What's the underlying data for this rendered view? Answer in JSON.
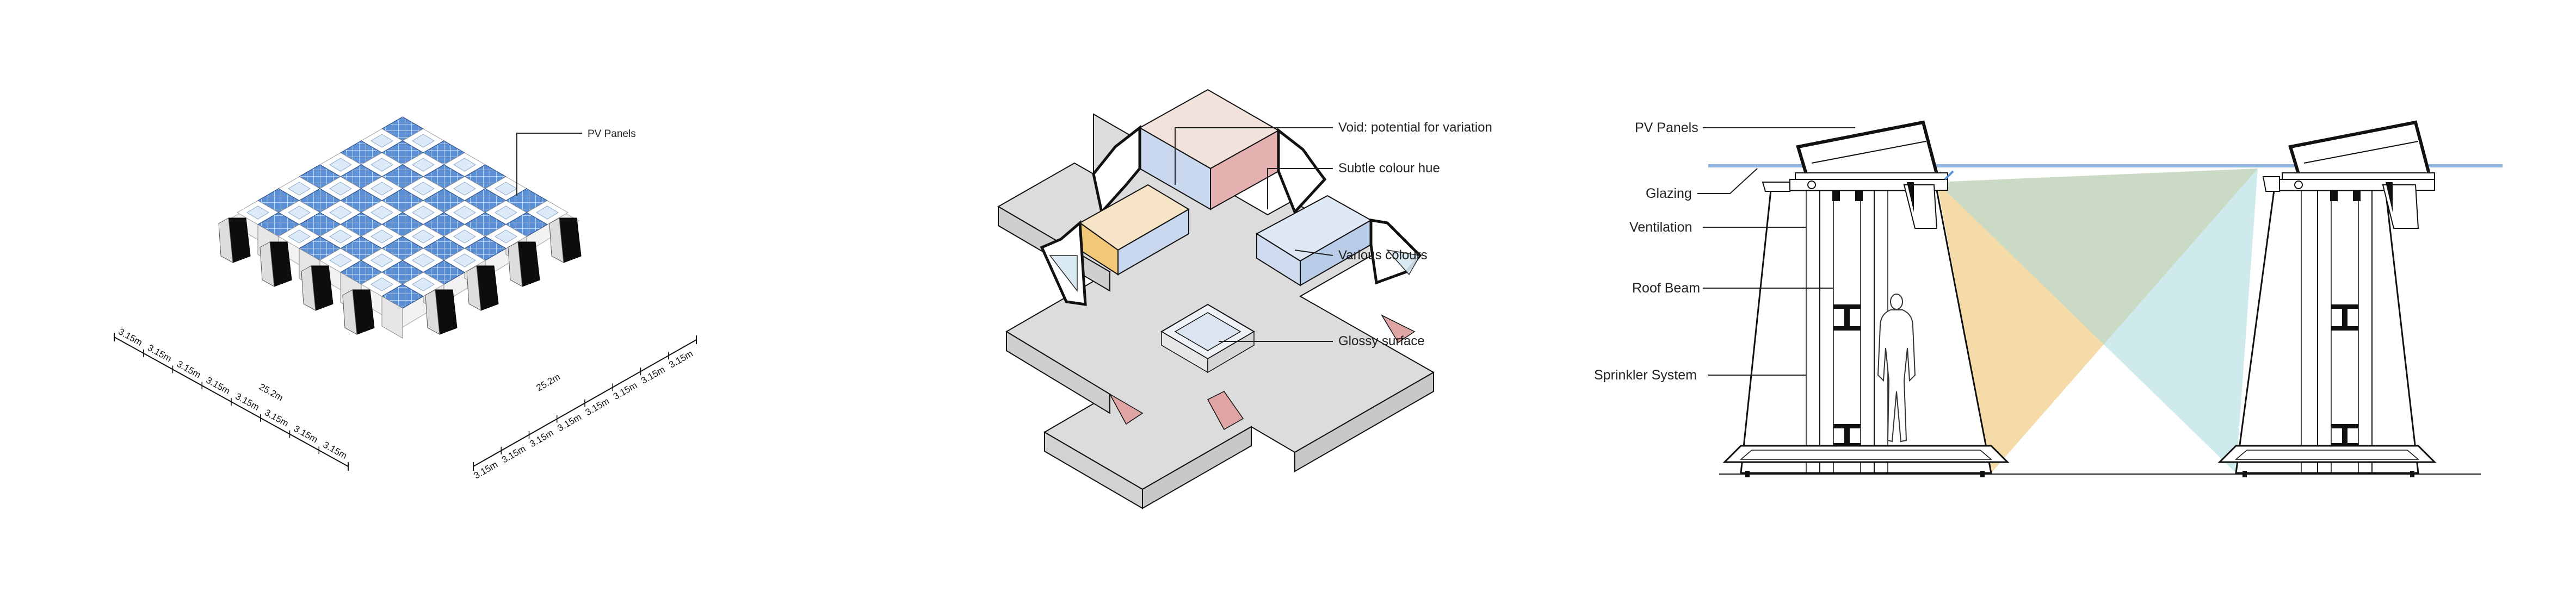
{
  "left_diagram": {
    "callout": "PV Panels",
    "dim_left_total": "25.2m",
    "dim_right_total": "25.2m",
    "dim_left_segments": [
      "3.15m",
      "3.15m",
      "3.15m",
      "3.15m",
      "3.15m",
      "3.15m",
      "3.15m",
      "3.15m"
    ],
    "dim_right_segments": [
      "3.15m",
      "3.15m",
      "3.15m",
      "3.15m",
      "3.15m",
      "3.15m",
      "3.15m",
      "3.15m"
    ]
  },
  "middle_diagram": {
    "callouts": [
      "Void: potential for variation",
      "Subtle colour hue",
      "Various colours",
      "Glossy surface"
    ]
  },
  "right_diagram": {
    "callouts": [
      "PV Panels",
      "Glazing",
      "Ventilation",
      "Roof Beam",
      "Sprinkler System"
    ]
  },
  "colors": {
    "pv_blue": "#5b8fd6",
    "glazing_blue": "#8fb4e0",
    "light_amber": "#f0c878",
    "light_cyan": "#a8d8dc",
    "pink_hue": "#dfa5a5",
    "outline": "#111111"
  }
}
